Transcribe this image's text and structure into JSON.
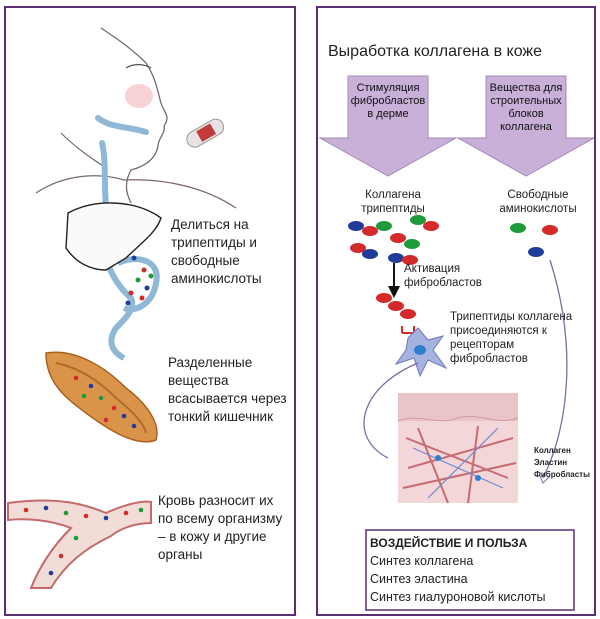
{
  "left": {
    "step1": "Делиться на трипептиды и свободные аминокислоты",
    "step2": "Разделенные вещества всасывается через тонкий кишечник",
    "step3": "Кровь разносит их по всему организму – в кожу и другие органы"
  },
  "right": {
    "title": "Выработка коллагена в коже",
    "arrow_left": "Стимуляция фибробластов в дерме",
    "arrow_right": "Вещества для строительных блоков коллагена",
    "label_tripeptides": "Коллагена трипептиды",
    "label_free_amino": "Свободные аминокислоты",
    "label_activation": "Активация фибробластов",
    "label_attach": "Трипептиды коллагена присоединяются к рецепторам фибробластов",
    "skin_labels": [
      "Коллаген",
      "Эластин",
      "Фибробласты"
    ],
    "benefits_title": "ВОЗДЕЙСТВИЕ И ПОЛЬЗА",
    "benefits": [
      "Синтез коллагена",
      "Синтез эластина",
      "Синтез гиалуроновой кислоты"
    ]
  },
  "colors": {
    "border": "#5b2f73",
    "arrow_fill": "#c8b0d8",
    "tract": "#8fb8d6",
    "red": "#d42a2a",
    "blue": "#1f3c9a",
    "green": "#1f9a3a",
    "intestine": "#d9944a",
    "vessel": "#c46a6a"
  }
}
